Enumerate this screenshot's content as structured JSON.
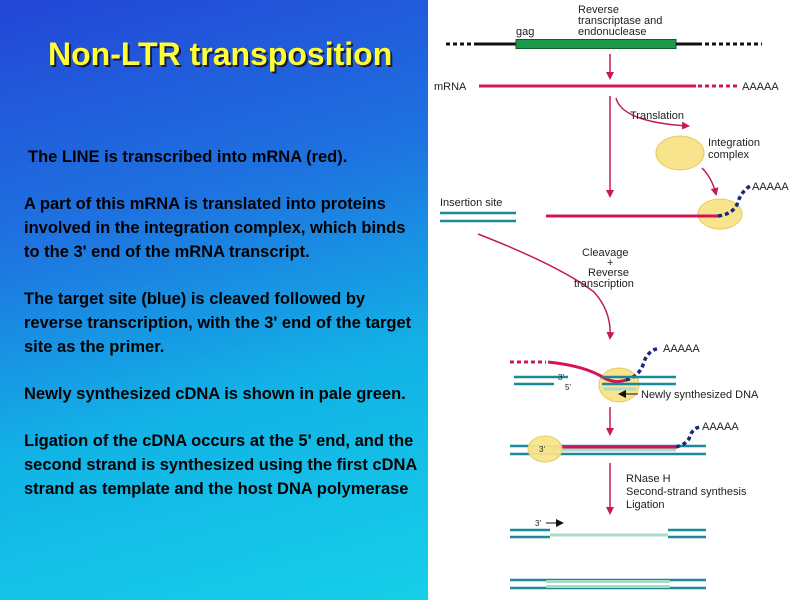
{
  "slide": {
    "title": "Non-LTR transposition",
    "paragraphs": [
      "The LINE is transcribed into mRNA (red).",
      "A part of this mRNA is translated into proteins involved in the integration complex, which binds to the 3' end of the mRNA transcript.",
      "The target site (blue) is cleaved followed by reverse transcription, with the 3' end of the target site as the primer.",
      "Newly synthesized cDNA is shown in pale green.",
      "Ligation of the cDNA occurs at the 5' end, and the second strand is synthesized using the first cDNA strand as template and the host DNA polymerase"
    ]
  },
  "diagram": {
    "labels": {
      "gag": "gag",
      "rt_line1": "Reverse",
      "rt_line2": "transcriptase and",
      "rt_line3": "endonuclease",
      "mrna": "mRNA",
      "polya": "AAAAA",
      "translation": "Translation",
      "integration1": "Integration",
      "integration2": "complex",
      "insertion_site": "Insertion site",
      "cleavage1": "Cleavage",
      "cleavage2": "+",
      "cleavage3": "Reverse",
      "cleavage4": "transcription",
      "three_prime": "3'",
      "five_prime": "5'",
      "newly_synth": "Newly synthesized DNA",
      "rnase1": "RNase H",
      "rnase2": "Second-strand synthesis",
      "rnase3": "Ligation"
    },
    "colors": {
      "title": "#ffff33",
      "mrna_red": "#d4145a",
      "gag_green": "#1a9a4a",
      "target_blue": "#1a8a9a",
      "cdna_pale_green": "#a8dcc4",
      "complex_yellow": "#f8e48c",
      "polya_navy": "#1a2a7a",
      "arrow": "#c41a5a"
    }
  }
}
